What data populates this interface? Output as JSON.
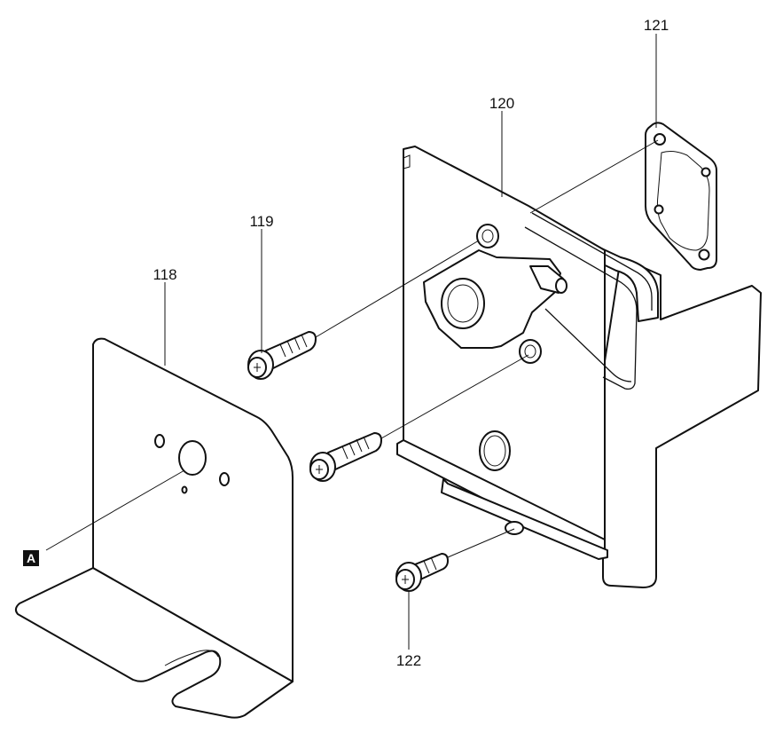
{
  "callouts": {
    "c118": "118",
    "c119": "119",
    "c120": "120",
    "c121": "121",
    "c122": "122"
  },
  "marker": {
    "letter": "A"
  },
  "colors": {
    "ink": "#111111",
    "paper": "#ffffff"
  }
}
